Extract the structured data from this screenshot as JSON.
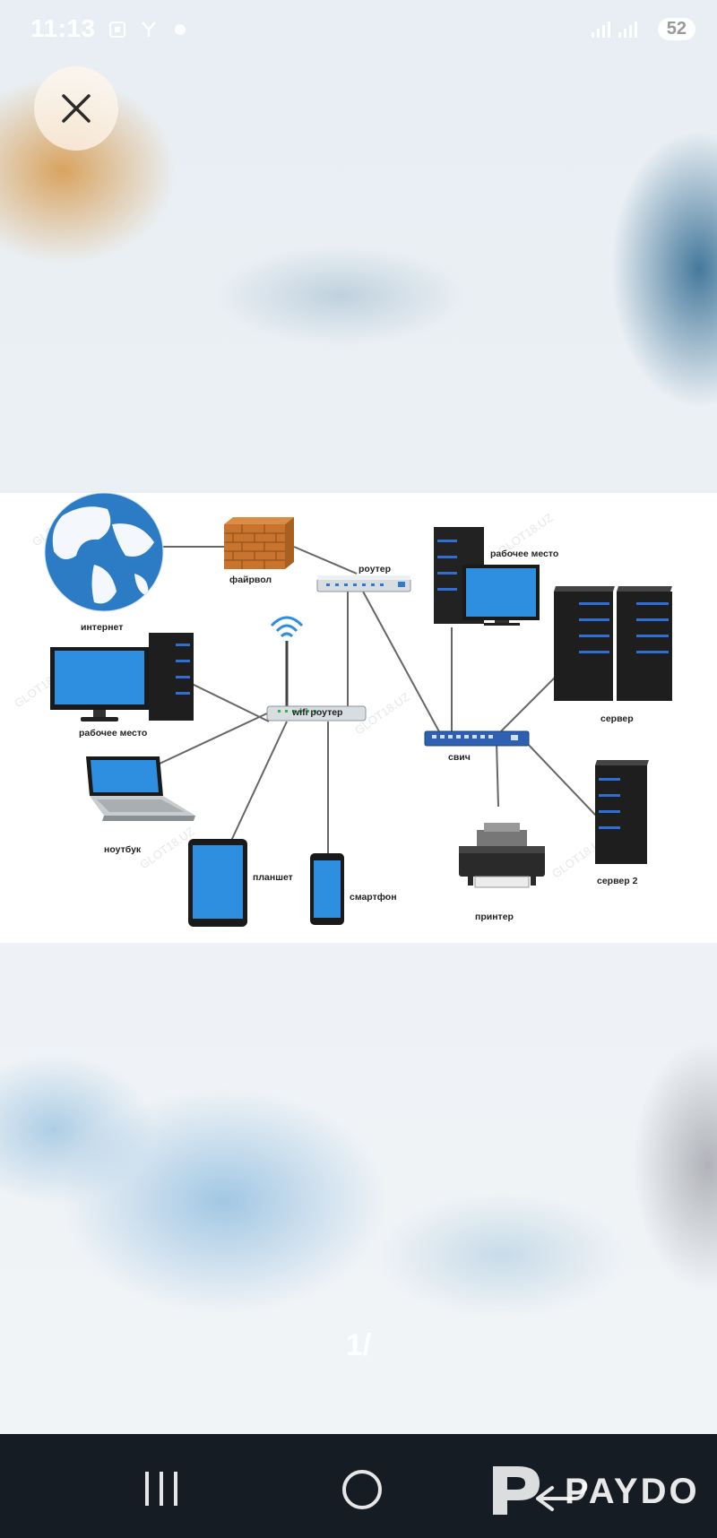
{
  "status_bar": {
    "time": "11:13",
    "battery": "52",
    "icons": [
      "screenshot-icon",
      "y-icon",
      "notification-icon",
      "signal-icon",
      "signal-icon"
    ]
  },
  "viewer": {
    "close_icon": "close-icon",
    "page_counter": "1/",
    "image": {
      "labels": {
        "internet": "интернет",
        "firewall": "файрвол",
        "router": "роутер",
        "workstation_top": "рабочее место",
        "server": "сервер",
        "workstation_left": "рабочее место",
        "wifi_router": "wifi роутер",
        "switch": "свич",
        "laptop": "ноутбук",
        "tablet": "планшет",
        "smartphone": "смартфон",
        "printer": "принтер",
        "server2": "сервер 2"
      }
    }
  },
  "nav_bar": {
    "buttons": [
      "recent-apps",
      "home",
      "back"
    ],
    "overlay_logo": "PAYDO"
  },
  "colors": {
    "nav_bg": "#161c24",
    "screen_blue": "#2e8fe0",
    "globe_blue": "#2b7cc4",
    "brick": "#c8742e"
  }
}
